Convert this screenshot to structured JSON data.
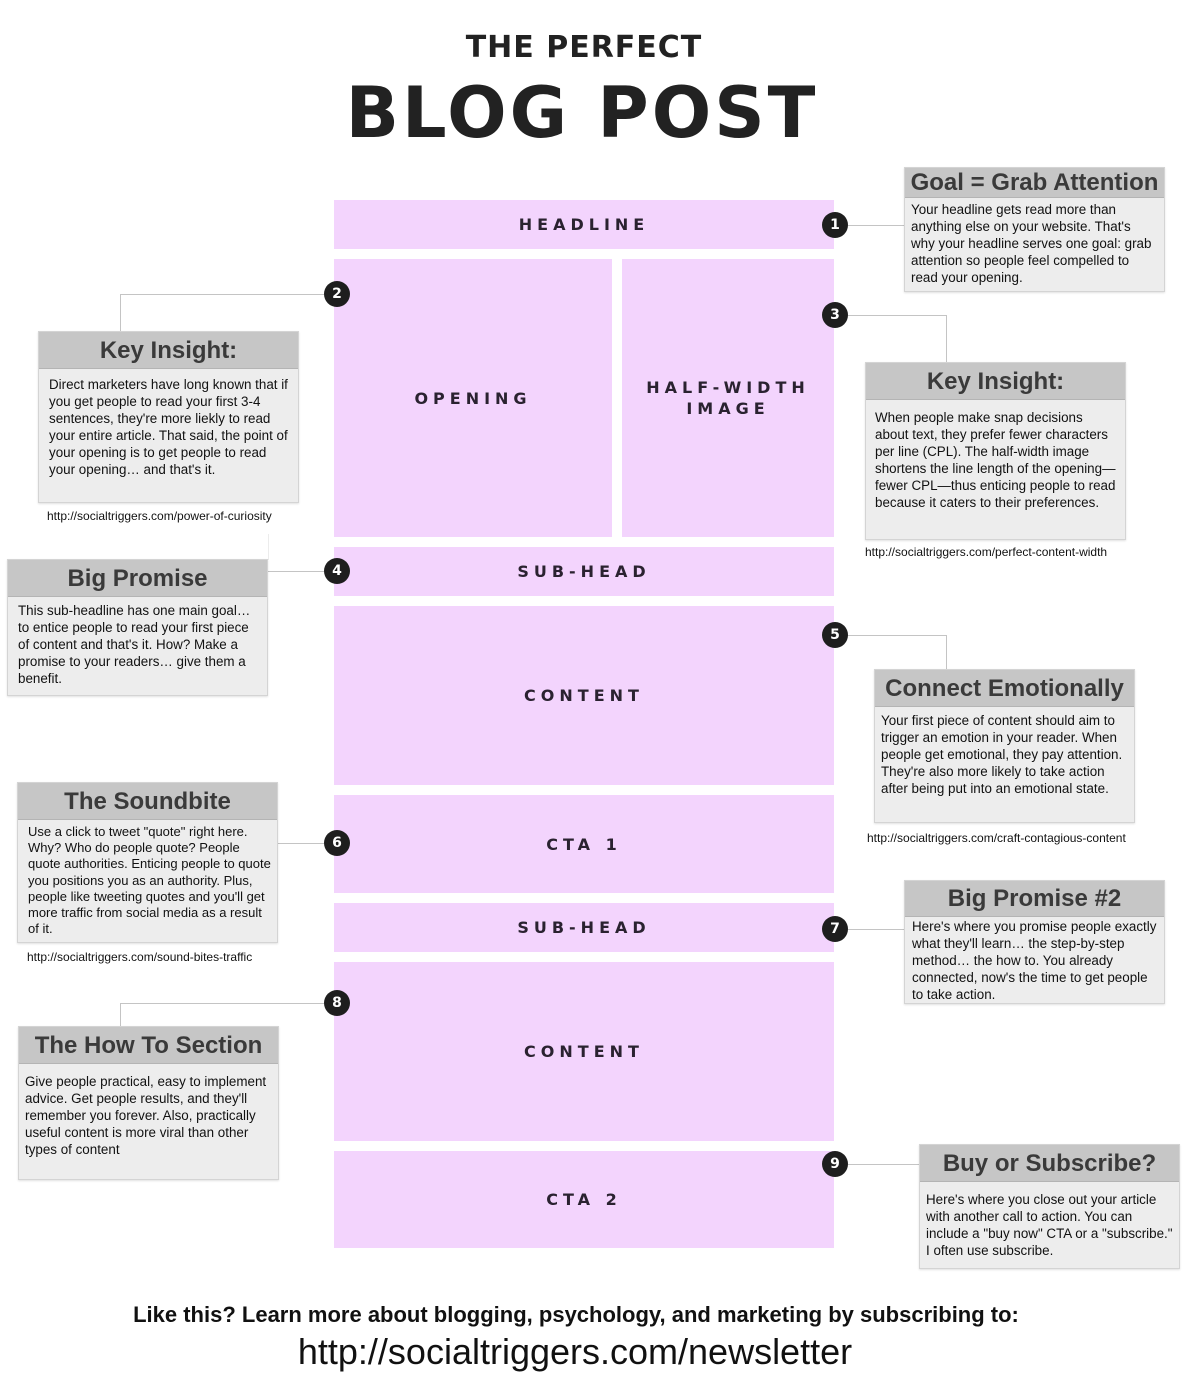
{
  "header": {
    "title_line1": "THE PERFECT",
    "title_line2": "BLOG POST"
  },
  "colors": {
    "block_fill": "#f3d4fd",
    "callout_header": "#c6c6c6",
    "callout_body": "#ededed",
    "badge": "#1e1e1e"
  },
  "blocks": {
    "headline": "HEADLINE",
    "opening": "OPENING",
    "image_line1": "HALF-WIDTH",
    "image_line2": "IMAGE",
    "subhead1": "SUB-HEAD",
    "content1": "CONTENT",
    "cta1": "CTA 1",
    "subhead2": "SUB-HEAD",
    "content2": "CONTENT",
    "cta2": "CTA 2"
  },
  "badges": [
    "1",
    "2",
    "3",
    "4",
    "5",
    "6",
    "7",
    "8",
    "9"
  ],
  "callouts": [
    {
      "title": "Goal = Grab Attention",
      "body": "Your headline gets read more than anything else on your website. That's why your headline serves one goal: grab attention so people feel compelled to read your opening."
    },
    {
      "title": "Key Insight:",
      "body": "Direct marketers have long known that if you get people to read your first 3-4 sentences, they're more liekly to read your entire article. That said, the point of your opening is to get people to read your opening… and that's it.",
      "link": "http://socialtriggers.com/power-of-curiosity"
    },
    {
      "title": "Key Insight:",
      "body": "When people make snap decisions about text, they prefer fewer characters per line (CPL). The half-width image shortens the line length of the opening—fewer CPL—thus enticing people to read because it caters to their preferences.",
      "link": "http://socialtriggers.com/perfect-content-width"
    },
    {
      "title": "Big Promise",
      "body": "This sub-headline has one main goal… to entice people to read your first piece of content and that's it. How? Make a promise to your readers… give them a benefit."
    },
    {
      "title": "Connect Emotionally",
      "body": "Your first piece of content should aim to trigger an emotion in your reader. When people get emotional, they pay attention. They're also more likely to take action after being put into an emotional state.",
      "link": "http://socialtriggers.com/craft-contagious-content"
    },
    {
      "title": "The Soundbite",
      "body": "Use a click to tweet \"quote\" right here. Why? Who do people quote? People quote authorities. Enticing people to quote you positions you as an authority. Plus, people like tweeting quotes and you'll get more traffic from social media as a result of it.",
      "link": "http://socialtriggers.com/sound-bites-traffic"
    },
    {
      "title": "Big Promise #2",
      "body": "Here's where you promise people exactly what they'll learn… the step-by-step method… the how to. You already connected, now's the time to get people to take action."
    },
    {
      "title": "The How To Section",
      "body": "Give people practical, easy to implement advice. Get people results, and they'll remember you forever. Also, practically useful content is more viral than other types of content"
    },
    {
      "title": "Buy or Subscribe?",
      "body": "Here's where you close out your article with another call to action. You can include a \"buy now\" CTA or a \"subscribe.\" I often use subscribe."
    }
  ],
  "footer": {
    "text": "Like this? Learn more about blogging, psychology, and marketing by subscribing to:",
    "url": "http://socialtriggers.com/newsletter"
  }
}
